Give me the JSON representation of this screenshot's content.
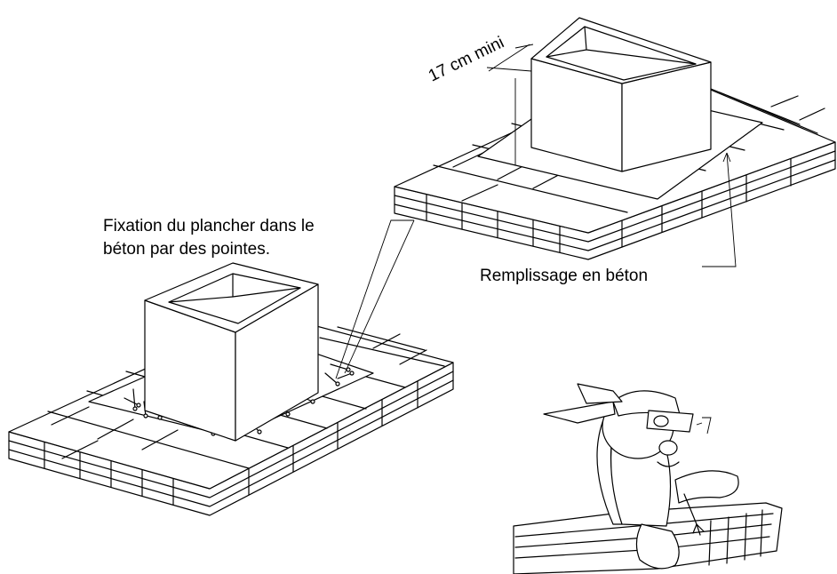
{
  "labels": {
    "dimension": "17 cm mini",
    "fixation_line1": "Fixation du plancher dans le",
    "fixation_line2": "béton par des pointes.",
    "remplissage": "Remplissage en béton"
  },
  "colors": {
    "ink": "#000000",
    "paper": "#ffffff"
  },
  "icons": {
    "worker": "worker-with-welding-mask-icon",
    "nails": "nail-icon"
  }
}
